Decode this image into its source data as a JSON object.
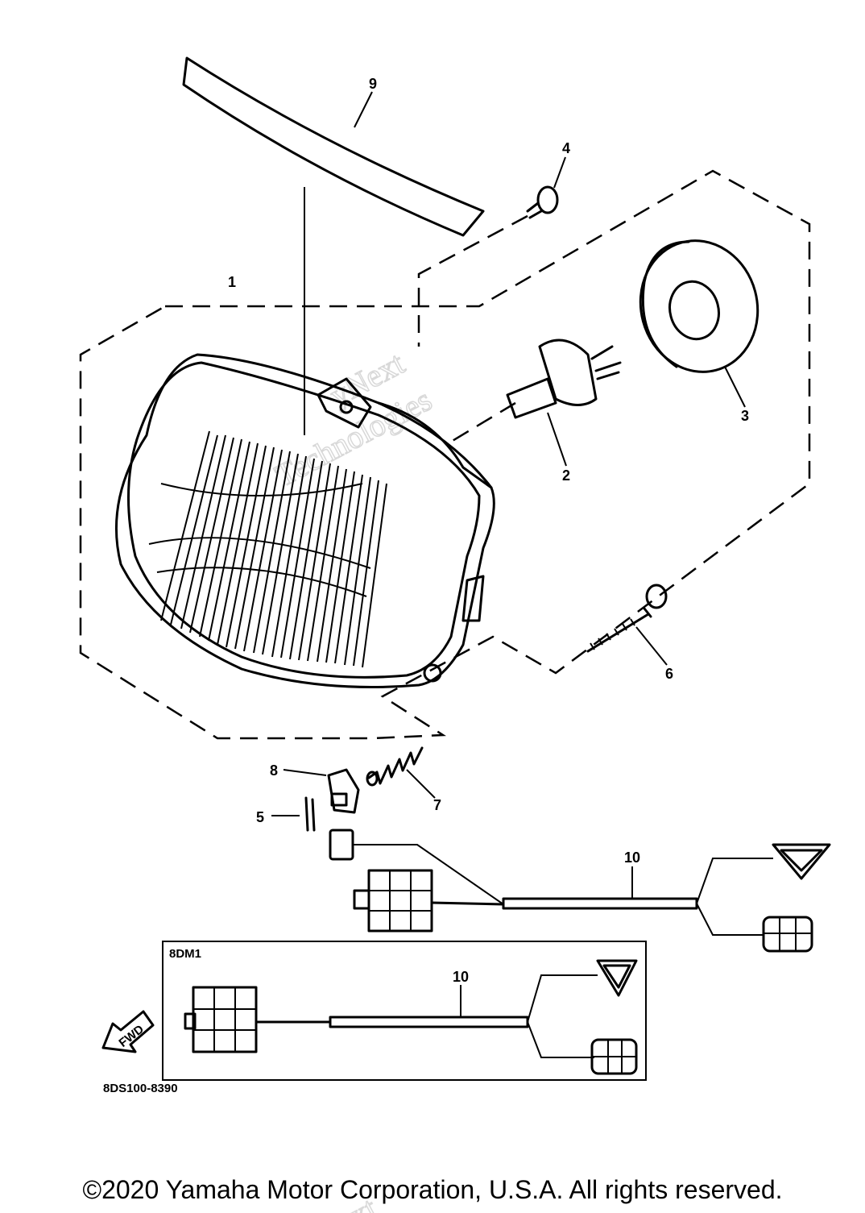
{
  "callouts": {
    "c1": "1",
    "c2": "2",
    "c3": "3",
    "c4": "4",
    "c5": "5",
    "c6": "6",
    "c7": "7",
    "c8": "8",
    "c9": "9",
    "c10": "10",
    "c10b": "10"
  },
  "variant_box": {
    "label": "8DM1"
  },
  "fwd_label": "FWD",
  "diagram_code": "8DS100-8390",
  "watermark": {
    "line1": "yNext",
    "line2": "Technologies",
    "line3": "yNext Technologies"
  },
  "copyright": "©2020 Yamaha Motor Corporation, U.S.A. All rights reserved."
}
